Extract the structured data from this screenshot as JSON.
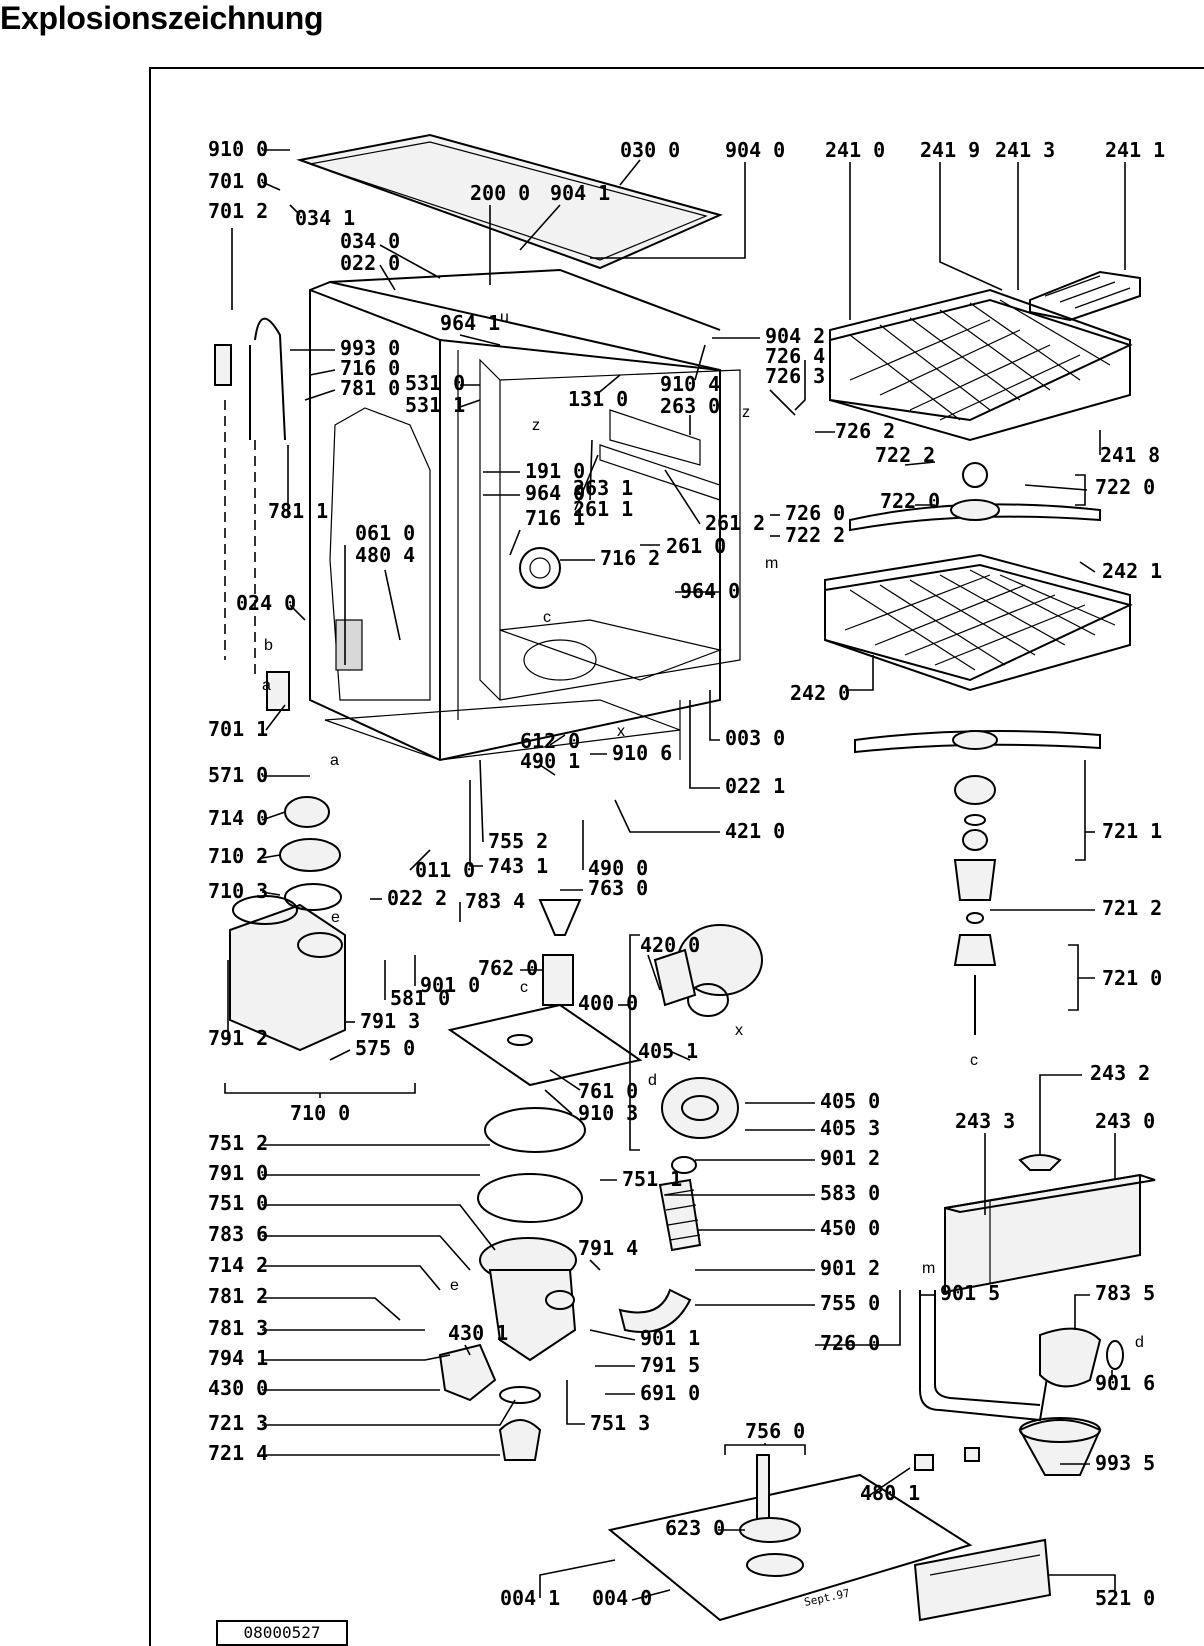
{
  "title": "Explosionszeichnung",
  "document_number": "08000527",
  "stamp": "Sept.97",
  "letters": [
    "a",
    "b",
    "c",
    "d",
    "e",
    "m",
    "u",
    "x",
    "z"
  ],
  "parts": [
    {
      "id": "p1",
      "label": "910 0"
    },
    {
      "id": "p2",
      "label": "701 0"
    },
    {
      "id": "p3",
      "label": "701 2"
    },
    {
      "id": "p4",
      "label": "034 1"
    },
    {
      "id": "p5",
      "label": "030 0"
    },
    {
      "id": "p6",
      "label": "904 0"
    },
    {
      "id": "p7",
      "label": "200 0"
    },
    {
      "id": "p8",
      "label": "904 1"
    },
    {
      "id": "p9",
      "label": "034 0"
    },
    {
      "id": "p10",
      "label": "022 0"
    },
    {
      "id": "p11",
      "label": "241 0"
    },
    {
      "id": "p12",
      "label": "241 9"
    },
    {
      "id": "p13",
      "label": "241 3"
    },
    {
      "id": "p14",
      "label": "241 1"
    },
    {
      "id": "p15",
      "label": "964 1"
    },
    {
      "id": "p16",
      "label": "904 2"
    },
    {
      "id": "p17",
      "label": "726 4"
    },
    {
      "id": "p18",
      "label": "726 3"
    },
    {
      "id": "p19",
      "label": "993 0"
    },
    {
      "id": "p20",
      "label": "716 0"
    },
    {
      "id": "p21",
      "label": "781 0"
    },
    {
      "id": "p22",
      "label": "531 0"
    },
    {
      "id": "p23",
      "label": "531 1"
    },
    {
      "id": "p24",
      "label": "131 0"
    },
    {
      "id": "p25",
      "label": "910 4"
    },
    {
      "id": "p26",
      "label": "263 0"
    },
    {
      "id": "p27",
      "label": "726 2"
    },
    {
      "id": "p28",
      "label": "241 8"
    },
    {
      "id": "p29",
      "label": "722 2"
    },
    {
      "id": "p30",
      "label": "722 0"
    },
    {
      "id": "p31",
      "label": "722 0"
    },
    {
      "id": "p32",
      "label": "781 1"
    },
    {
      "id": "p33",
      "label": "191 0"
    },
    {
      "id": "p34",
      "label": "964 0"
    },
    {
      "id": "p35",
      "label": "263 1"
    },
    {
      "id": "p36",
      "label": "261 1"
    },
    {
      "id": "p37",
      "label": "261 2"
    },
    {
      "id": "p38",
      "label": "726 0"
    },
    {
      "id": "p39",
      "label": "722 2"
    },
    {
      "id": "p40",
      "label": "061 0"
    },
    {
      "id": "p41",
      "label": "480 4"
    },
    {
      "id": "p42",
      "label": "716 1"
    },
    {
      "id": "p43",
      "label": "261 0"
    },
    {
      "id": "p44",
      "label": "716 2"
    },
    {
      "id": "p45",
      "label": "964 0"
    },
    {
      "id": "p46",
      "label": "242 1"
    },
    {
      "id": "p47",
      "label": "024 0"
    },
    {
      "id": "p48",
      "label": "242 0"
    },
    {
      "id": "p49",
      "label": "701 1"
    },
    {
      "id": "p50",
      "label": "612 0"
    },
    {
      "id": "p51",
      "label": "490 1"
    },
    {
      "id": "p52",
      "label": "910 6"
    },
    {
      "id": "p53",
      "label": "003 0"
    },
    {
      "id": "p54",
      "label": "571 0"
    },
    {
      "id": "p55",
      "label": "022 1"
    },
    {
      "id": "p56",
      "label": "714 0"
    },
    {
      "id": "p57",
      "label": "421 0"
    },
    {
      "id": "p58",
      "label": "721 1"
    },
    {
      "id": "p59",
      "label": "710 2"
    },
    {
      "id": "p60",
      "label": "755 2"
    },
    {
      "id": "p61",
      "label": "011 0"
    },
    {
      "id": "p62",
      "label": "743 1"
    },
    {
      "id": "p63",
      "label": "490 0"
    },
    {
      "id": "p64",
      "label": "763 0"
    },
    {
      "id": "p65",
      "label": "710 3"
    },
    {
      "id": "p66",
      "label": "022 2"
    },
    {
      "id": "p67",
      "label": "783 4"
    },
    {
      "id": "p68",
      "label": "721 2"
    },
    {
      "id": "p69",
      "label": "420 0"
    },
    {
      "id": "p70",
      "label": "762 0"
    },
    {
      "id": "p71",
      "label": "721 0"
    },
    {
      "id": "p72",
      "label": "581 0"
    },
    {
      "id": "p73",
      "label": "901 0"
    },
    {
      "id": "p74",
      "label": "400 0"
    },
    {
      "id": "p75",
      "label": "791 2"
    },
    {
      "id": "p76",
      "label": "791 3"
    },
    {
      "id": "p77",
      "label": "575 0"
    },
    {
      "id": "p78",
      "label": "405 1"
    },
    {
      "id": "p79",
      "label": "761 0"
    },
    {
      "id": "p80",
      "label": "910 3"
    },
    {
      "id": "p81",
      "label": "243 2"
    },
    {
      "id": "p82",
      "label": "710 0"
    },
    {
      "id": "p83",
      "label": "405 0"
    },
    {
      "id": "p84",
      "label": "243 3"
    },
    {
      "id": "p85",
      "label": "243 0"
    },
    {
      "id": "p86",
      "label": "405 3"
    },
    {
      "id": "p87",
      "label": "751 2"
    },
    {
      "id": "p88",
      "label": "901 2"
    },
    {
      "id": "p89",
      "label": "791 0"
    },
    {
      "id": "p90",
      "label": "751 1"
    },
    {
      "id": "p91",
      "label": "751 0"
    },
    {
      "id": "p92",
      "label": "583 0"
    },
    {
      "id": "p93",
      "label": "783 6"
    },
    {
      "id": "p94",
      "label": "450 0"
    },
    {
      "id": "p95",
      "label": "791 4"
    },
    {
      "id": "p96",
      "label": "714 2"
    },
    {
      "id": "p97",
      "label": "901 2"
    },
    {
      "id": "p98",
      "label": "901 5"
    },
    {
      "id": "p99",
      "label": "783 5"
    },
    {
      "id": "p100",
      "label": "781 2"
    },
    {
      "id": "p101",
      "label": "755 0"
    },
    {
      "id": "p102",
      "label": "726 0"
    },
    {
      "id": "p103",
      "label": "781 3"
    },
    {
      "id": "p104",
      "label": "430 1"
    },
    {
      "id": "p105",
      "label": "901 1"
    },
    {
      "id": "p106",
      "label": "794 1"
    },
    {
      "id": "p107",
      "label": "791 5"
    },
    {
      "id": "p108",
      "label": "901 6"
    },
    {
      "id": "p109",
      "label": "430 0"
    },
    {
      "id": "p110",
      "label": "691 0"
    },
    {
      "id": "p111",
      "label": "721 3"
    },
    {
      "id": "p112",
      "label": "751 3"
    },
    {
      "id": "p113",
      "label": "756 0"
    },
    {
      "id": "p114",
      "label": "721 4"
    },
    {
      "id": "p115",
      "label": "480 1"
    },
    {
      "id": "p116",
      "label": "993 5"
    },
    {
      "id": "p117",
      "label": "623 0"
    },
    {
      "id": "p118",
      "label": "004 1"
    },
    {
      "id": "p119",
      "label": "004 0"
    },
    {
      "id": "p120",
      "label": "521 0"
    }
  ]
}
